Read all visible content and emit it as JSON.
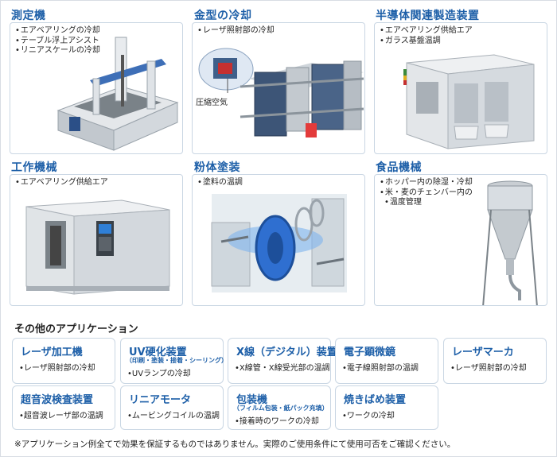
{
  "applications": [
    {
      "title": "測定機",
      "bullets": [
        "エアベアリングの冷却",
        "テーブル浮上アシスト",
        "リニアスケールの冷却"
      ]
    },
    {
      "title": "金型の冷却",
      "bullets": [
        "レーザ照射部の冷却"
      ],
      "callout": "圧縮空気"
    },
    {
      "title": "半導体関連製造装置",
      "bullets": [
        "エアベアリング供給エア",
        "ガラス基盤温調"
      ]
    },
    {
      "title": "工作機械",
      "bullets": [
        "エアベアリング供給エア"
      ]
    },
    {
      "title": "粉体塗装",
      "bullets": [
        "塗料の温調"
      ]
    },
    {
      "title": "食品機械",
      "bullets": [
        "ホッパー内の除湿・冷却",
        "米・麦のチェンバー内の",
        "温度管理"
      ]
    }
  ],
  "others": {
    "title": "その他のアプリケーション",
    "cards": [
      {
        "title": "レーザ加工機",
        "sub": "",
        "desc": "レーザ照射部の冷却"
      },
      {
        "title": "UV硬化装置",
        "sub": "（印刷・塗装・接着・シーリング）",
        "desc": "UVランプの冷却"
      },
      {
        "title": "X線（デジタル）装置",
        "sub": "",
        "desc": "X線管・X線受光部の温調"
      },
      {
        "title": "電子顕微鏡",
        "sub": "",
        "desc": "電子線照射部の温調"
      },
      {
        "title": "レーザマーカ",
        "sub": "",
        "desc": "レーザ照射部の冷却"
      },
      {
        "title": "超音波検査装置",
        "sub": "",
        "desc": "超音波レーザ部の温調"
      },
      {
        "title": "リニアモータ",
        "sub": "",
        "desc": "ムービングコイルの温調"
      },
      {
        "title": "包装機",
        "sub": "（フィルム包装・紙パック充填）",
        "desc": "接着時のワークの冷却"
      },
      {
        "title": "焼きばめ装置",
        "sub": "",
        "desc": "ワークの冷却"
      }
    ]
  },
  "footnote": "※アプリケーション例全てで効果を保証するものではありません。実際のご使用条件にて使用可否をご確認ください。",
  "colors": {
    "accent": "#1d5fa8",
    "border": "#c9d6e3",
    "air_blue": "#2f7fd6",
    "machine_gray": "#c9ced3"
  }
}
